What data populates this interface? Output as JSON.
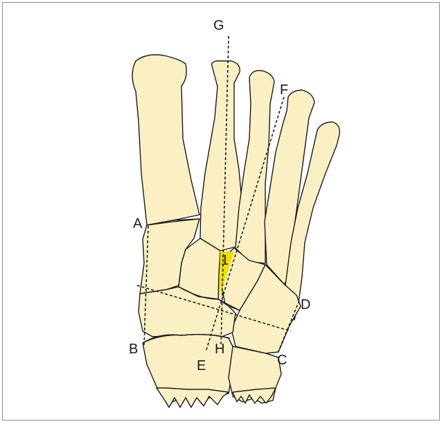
{
  "colors": {
    "bone_fill": "#fbf0c4",
    "outline": "#1a1a1a",
    "highlight": "#f0e000",
    "border": "#8a8a8a"
  },
  "labels": {
    "A": "A",
    "B": "B",
    "C": "C",
    "D": "D",
    "E": "E",
    "F": "F",
    "G": "G",
    "H": "H",
    "region": "1"
  }
}
